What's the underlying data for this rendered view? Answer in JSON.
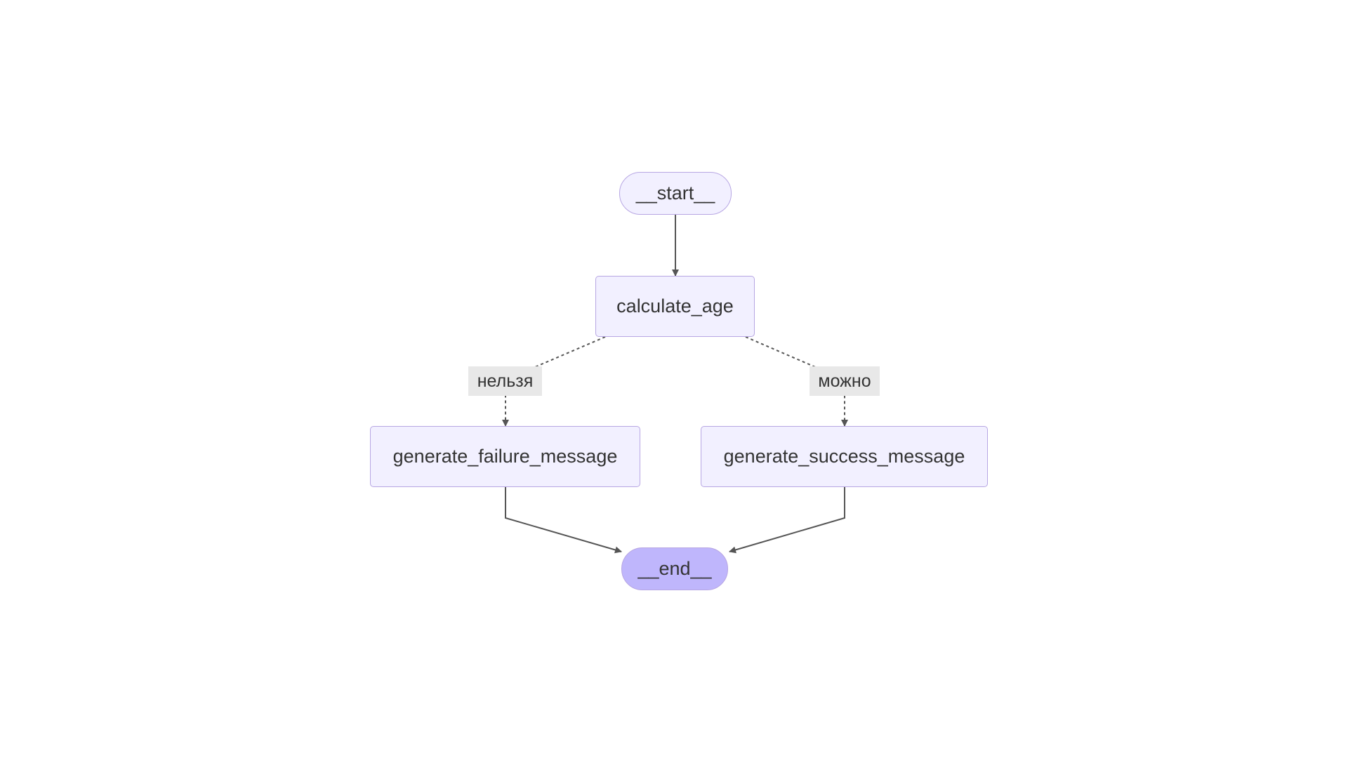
{
  "diagram": {
    "nodes": {
      "start": {
        "label": "__start__"
      },
      "calculate_age": {
        "label": "calculate_age"
      },
      "generate_failure_message": {
        "label": "generate_failure_message"
      },
      "generate_success_message": {
        "label": "generate_success_message"
      },
      "end": {
        "label": "__end__"
      }
    },
    "edges": [
      {
        "from": "start",
        "to": "calculate_age",
        "style": "solid",
        "label": ""
      },
      {
        "from": "calculate_age",
        "to": "generate_failure_message",
        "style": "dashed",
        "label": "нельзя"
      },
      {
        "from": "calculate_age",
        "to": "generate_success_message",
        "style": "dashed",
        "label": "можно"
      },
      {
        "from": "generate_failure_message",
        "to": "end",
        "style": "solid",
        "label": ""
      },
      {
        "from": "generate_success_message",
        "to": "end",
        "style": "solid",
        "label": ""
      }
    ],
    "colors": {
      "node_fill": "#f2f0ff",
      "node_border": "#b7a6e3",
      "end_fill": "#bfb6fc",
      "edge": "#555555",
      "label_bg": "#e8e8e8",
      "text": "#333333"
    }
  }
}
